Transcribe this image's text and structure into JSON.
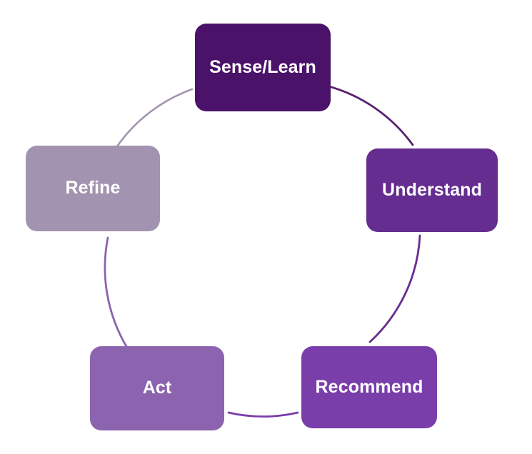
{
  "diagram": {
    "type": "cycle",
    "title": "",
    "background_color": "#FFFFFF",
    "nodes": [
      {
        "id": "sense-learn",
        "label": "Sense/Learn",
        "color": "#4B1269",
        "text_color": "#FFFFFF",
        "position": "top"
      },
      {
        "id": "understand",
        "label": "Understand",
        "color": "#652D90",
        "text_color": "#FFFFFF",
        "position": "upper-right"
      },
      {
        "id": "recommend",
        "label": "Recommend",
        "color": "#7A3EAB",
        "text_color": "#FFFFFF",
        "position": "lower-right"
      },
      {
        "id": "act",
        "label": "Act",
        "color": "#8C63AE",
        "text_color": "#FFFFFF",
        "position": "lower-left"
      },
      {
        "id": "refine",
        "label": "Refine",
        "color": "#A294B0",
        "text_color": "#FFFFFF",
        "position": "upper-left"
      }
    ],
    "connectors": [
      {
        "id": "arc-sense-to-understand",
        "from": "sense-learn",
        "to": "understand",
        "color": "#59206F"
      },
      {
        "id": "arc-understand-to-recommend",
        "from": "understand",
        "to": "recommend",
        "color": "#6A2C91"
      },
      {
        "id": "arc-recommend-to-act",
        "from": "recommend",
        "to": "act",
        "color": "#7A3EAB"
      },
      {
        "id": "arc-act-to-refine",
        "from": "act",
        "to": "refine",
        "color": "#8C63AE"
      },
      {
        "id": "arc-refine-to-sense",
        "from": "refine",
        "to": "sense-learn",
        "color": "#A294B0"
      }
    ]
  }
}
